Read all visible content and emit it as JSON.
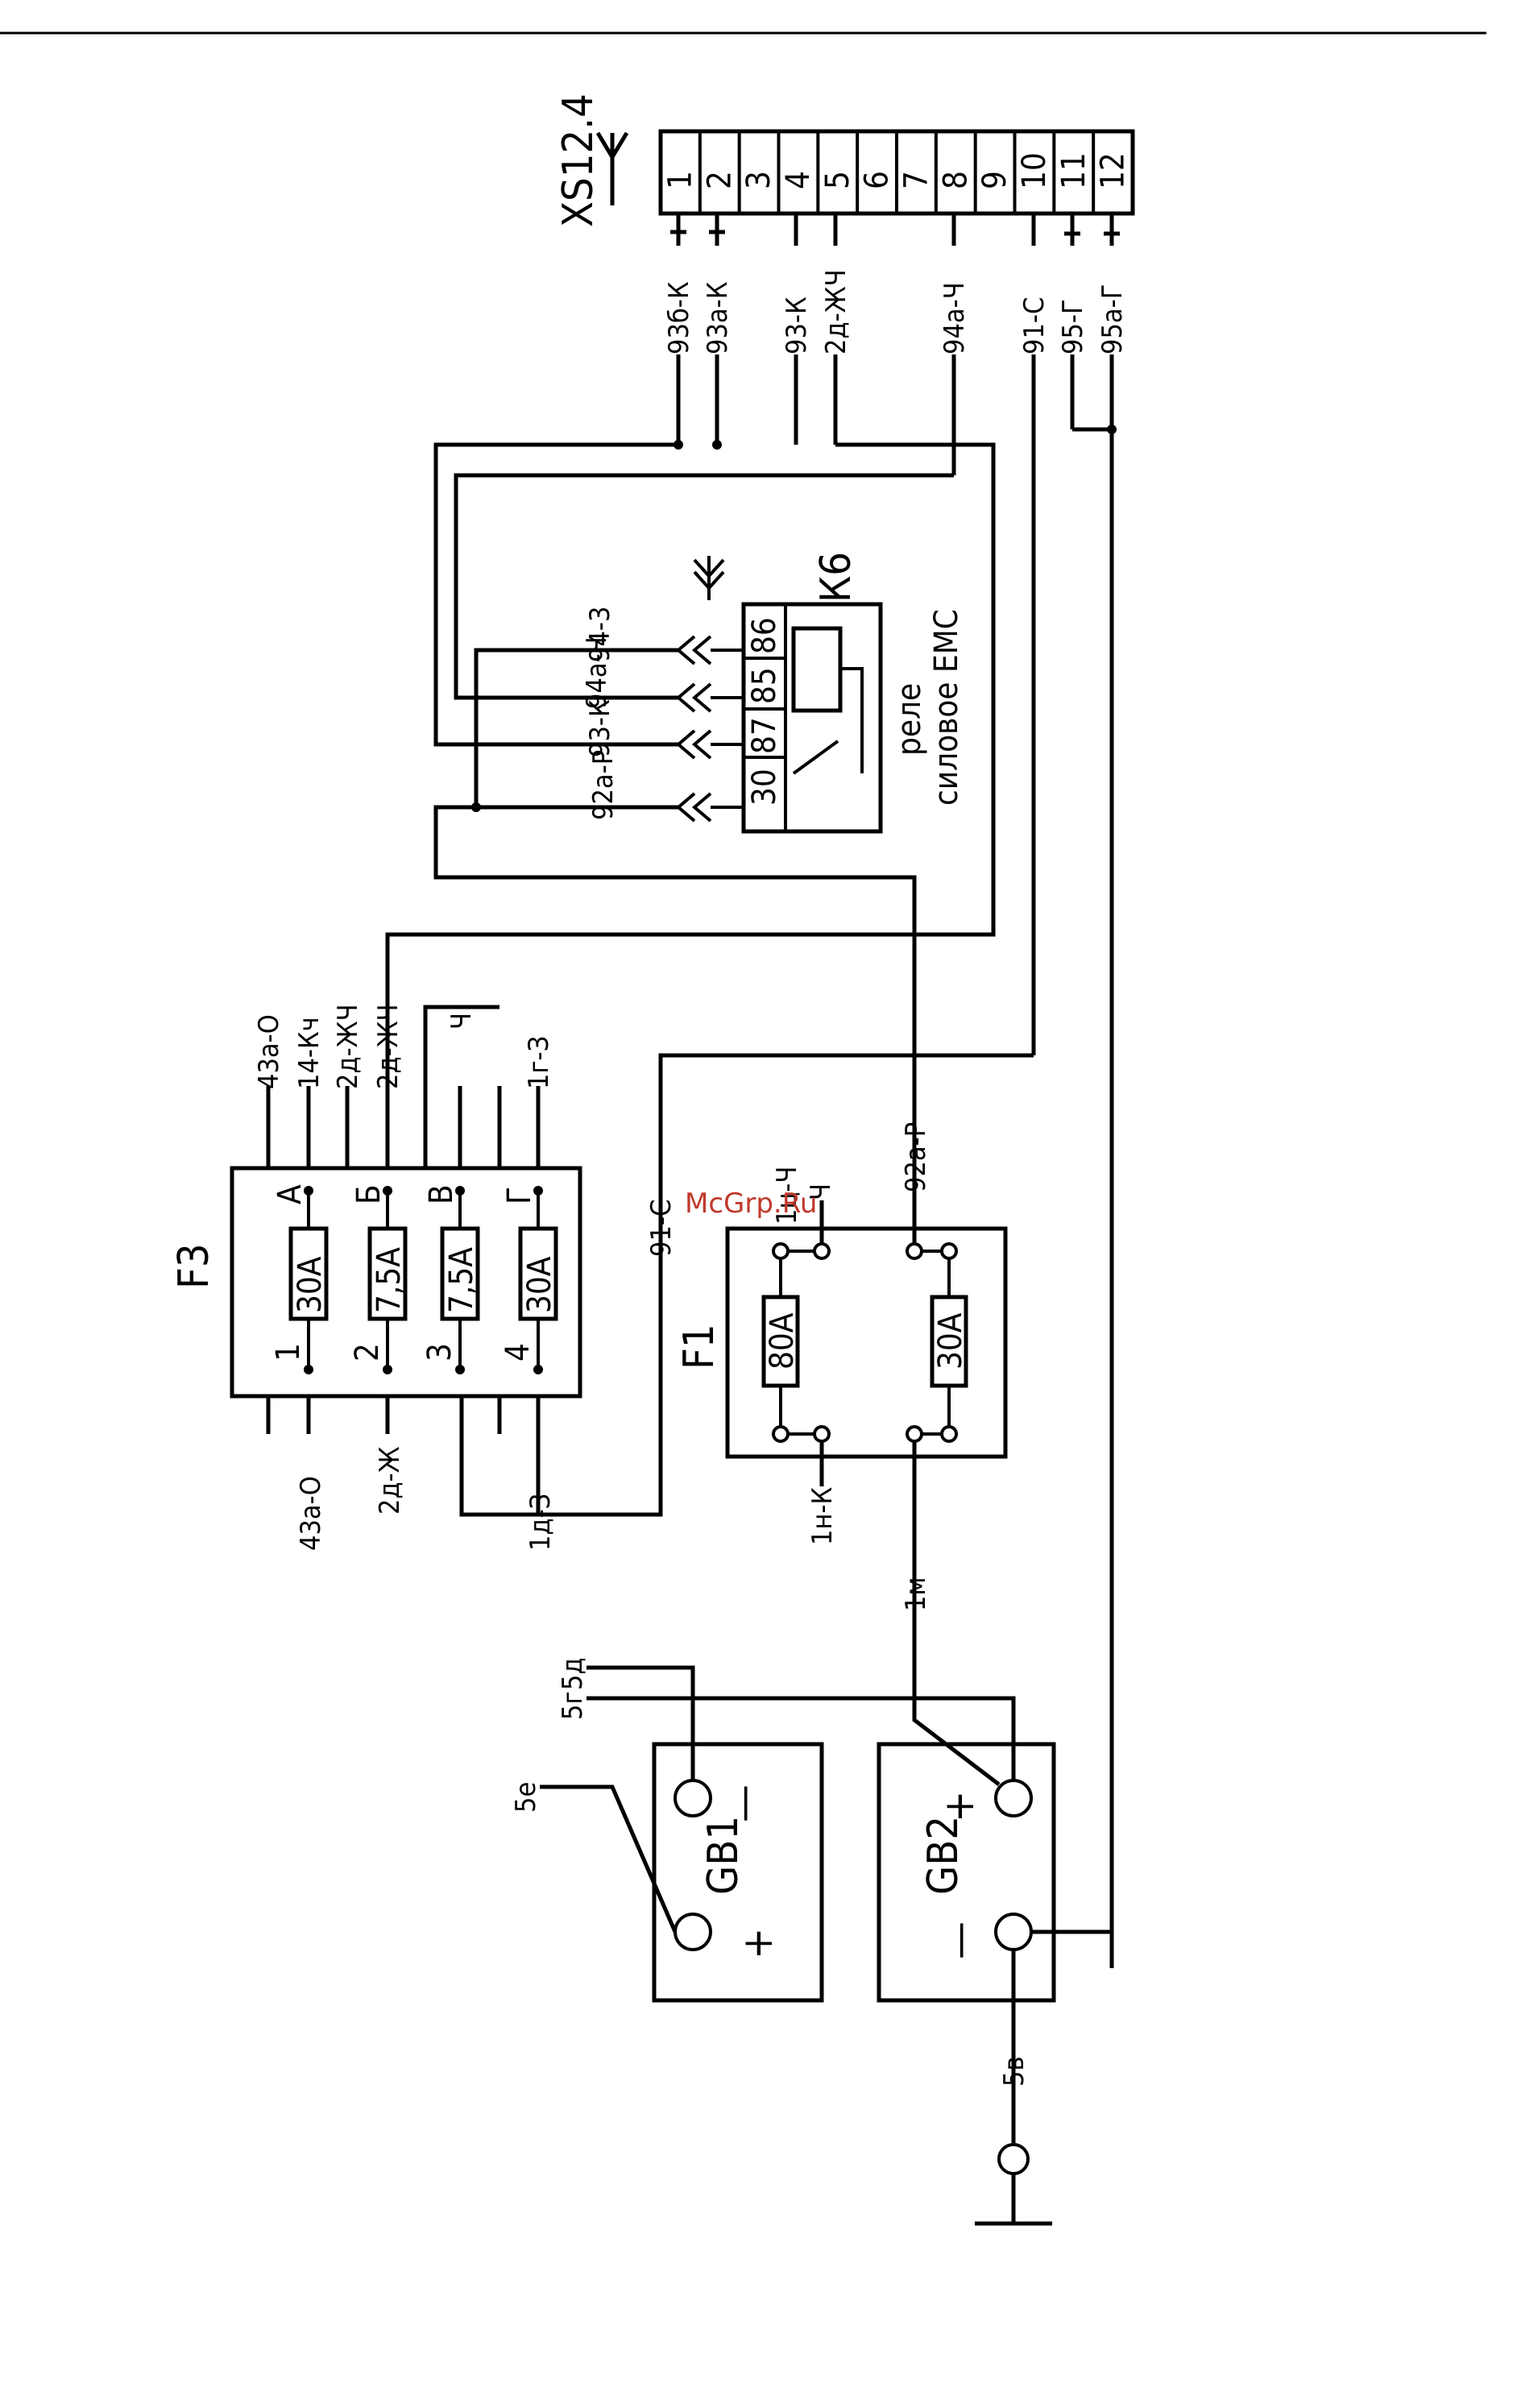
{
  "connector": {
    "name": "XS12.4",
    "pins": [
      "1",
      "2",
      "3",
      "4",
      "5",
      "6",
      "7",
      "8",
      "9",
      "10",
      "11",
      "12"
    ],
    "wires": {
      "p1": "93б-К",
      "p2": "93а-К",
      "p4": "93-К",
      "p5": "2д-ЖЧ",
      "p8": "94а-Ч",
      "p10": "91-С",
      "p11": "95-Г",
      "p12": "95а-Г"
    }
  },
  "relay": {
    "ref": "К6",
    "caption_line1": "реле",
    "caption_line2": "силовое ЕМС",
    "pins": [
      "30",
      "87",
      "85",
      "86"
    ],
    "wires": [
      "92а-Р",
      "93-К",
      "94а-Ч",
      "94-3"
    ]
  },
  "fuse_block_f3": {
    "ref": "F3",
    "fuses": [
      "30А",
      "7,5А",
      "7,5А",
      "30А"
    ],
    "inputs": [
      "1",
      "2",
      "3",
      "4"
    ],
    "outputs": [
      "А",
      "Б",
      "В",
      "Г"
    ],
    "top_wires": [
      "43а-О",
      "14-Кч",
      "2д-ЖЧ",
      "2д-ЖЧ",
      "Ч",
      "1г-З"
    ],
    "bottom_wires": [
      "43а-О",
      "2д-Ж",
      "1д-З"
    ]
  },
  "fuse_block_f1": {
    "ref": "F1",
    "fuses": [
      "80А",
      "30А"
    ],
    "top_wires": [
      "1ц-Ч",
      "Ч",
      "92а-Р"
    ],
    "bottom_wires": [
      "1н-К"
    ]
  },
  "wire_labels": {
    "w91c": "91-С",
    "w1m": "1м",
    "w5d": "5д",
    "w5g": "5г",
    "w5e": "5е",
    "w5v": "5в"
  },
  "batteries": {
    "gb1": {
      "ref": "GB1",
      "plus": "+",
      "minus": "—"
    },
    "gb2": {
      "ref": "GB2",
      "plus": "+",
      "minus": "—"
    }
  },
  "watermark": "McGrp.Ru"
}
